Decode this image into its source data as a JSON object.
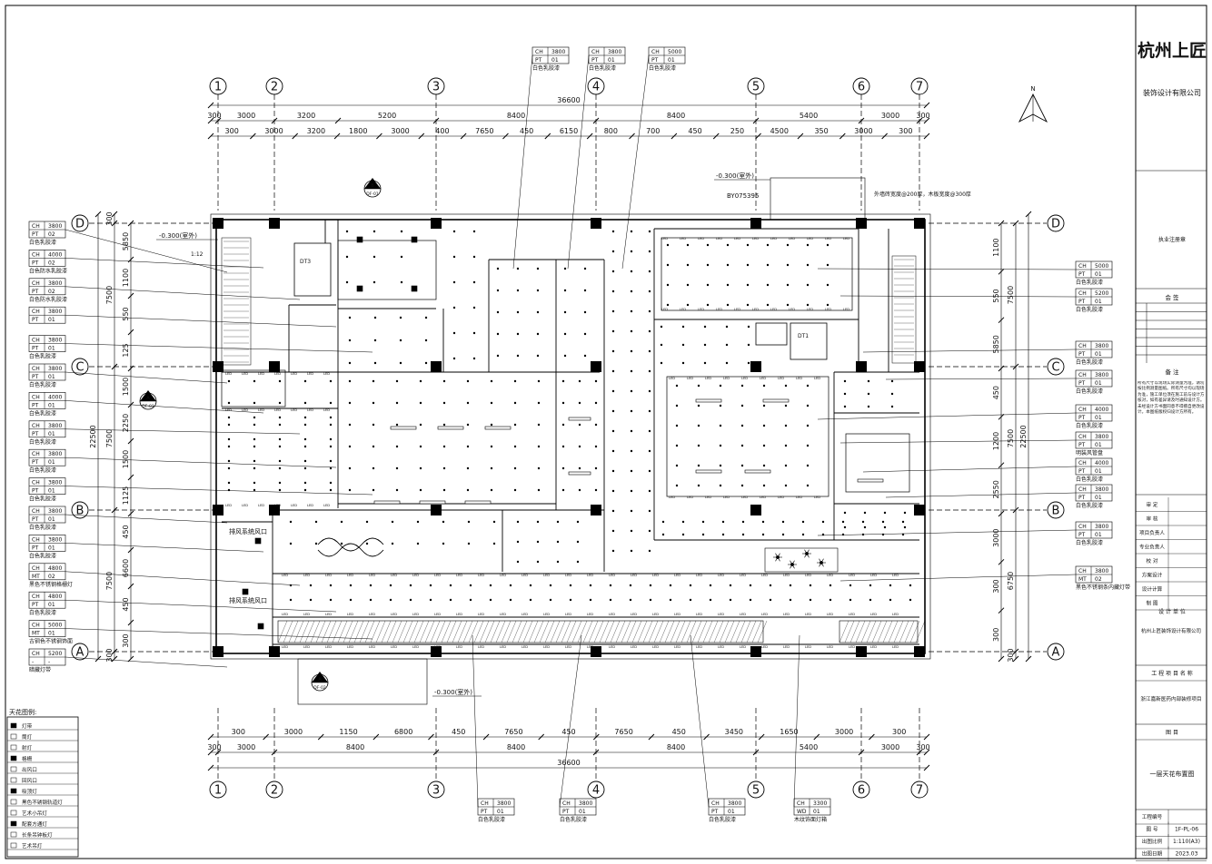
{
  "company": {
    "name": "杭州上匠",
    "subtitle": "装饰设计有限公司"
  },
  "grid": {
    "numbers": [
      "1",
      "2",
      "3",
      "4",
      "5",
      "6",
      "7"
    ],
    "letters": [
      "D",
      "C",
      "B",
      "A"
    ],
    "top_total": "36600",
    "bottom_total": "36600",
    "left_total": "22500",
    "right_total": "22500",
    "top_dims_row1": [
      "300",
      "3000",
      "3200",
      "5200",
      "8400",
      "8400",
      "5400",
      "3000",
      "300"
    ],
    "top_dims_row2": [
      "300",
      "3000",
      "3200",
      "1800",
      "3000",
      "400",
      "7650",
      "450",
      "6150",
      "800",
      "700",
      "450",
      "250",
      "4500",
      "350",
      "3000",
      "300"
    ],
    "bottom_dims_row1": [
      "300",
      "3000",
      "1150",
      "6800",
      "450",
      "7650",
      "450",
      "7650",
      "450",
      "3450",
      "1650",
      "3000",
      "300"
    ],
    "bottom_dims_row2": [
      "300",
      "3000",
      "8400",
      "8400",
      "8400",
      "5400",
      "3000",
      "300"
    ],
    "left_dims_outer": [
      "300",
      "7500",
      "7500",
      "7500",
      "300"
    ],
    "left_dims_inner": [
      "5850",
      "1100",
      "550",
      "125",
      "1500",
      "2250",
      "1500",
      "1125",
      "450",
      "6600",
      "450",
      "300"
    ],
    "right_dims_outer": [
      "7500",
      "7500",
      "6750",
      "300"
    ],
    "right_dims_inner": [
      "1100",
      "550",
      "5850",
      "450",
      "1200",
      "2550",
      "3000",
      "300",
      "300"
    ]
  },
  "tags_left": [
    {
      "ch": "3800",
      "code": "PT",
      "num": "02",
      "note": "白色乳胶漆"
    },
    {
      "ch": "4000",
      "code": "PT",
      "num": "02",
      "note": "白色防水乳胶漆"
    },
    {
      "ch": "3800",
      "code": "PT",
      "num": "02",
      "note": "白色防水乳胶漆"
    },
    {
      "ch": "3800",
      "code": "PT",
      "num": "01",
      "note": ""
    },
    {
      "ch": "3800",
      "code": "PT",
      "num": "01",
      "note": "白色乳胶漆"
    },
    {
      "ch": "3800",
      "code": "PT",
      "num": "01",
      "note": "白色乳胶漆"
    },
    {
      "ch": "4000",
      "code": "PT",
      "num": "01",
      "note": "白色乳胶漆"
    },
    {
      "ch": "3800",
      "code": "PT",
      "num": "01",
      "note": "白色乳胶漆"
    },
    {
      "ch": "3800",
      "code": "PT",
      "num": "01",
      "note": "白色乳胶漆"
    },
    {
      "ch": "3800",
      "code": "PT",
      "num": "01",
      "note": "白色乳胶漆"
    },
    {
      "ch": "3800",
      "code": "PT",
      "num": "01",
      "note": "白色乳胶漆"
    },
    {
      "ch": "3800",
      "code": "PT",
      "num": "01",
      "note": "白色乳胶漆"
    },
    {
      "ch": "4800",
      "code": "MT",
      "num": "02",
      "note": "黑色不锈钢格栅灯"
    },
    {
      "ch": "4800",
      "code": "PT",
      "num": "01",
      "note": "白色乳胶漆"
    },
    {
      "ch": "5000",
      "code": "MT",
      "num": "01",
      "note": "古铜色不锈钢饰面"
    },
    {
      "ch": "5200",
      "code": "-",
      "num": "-",
      "note": "暗藏灯带"
    }
  ],
  "tags_right": [
    {
      "ch": "5000",
      "code": "PT",
      "num": "01",
      "note": "白色乳胶漆"
    },
    {
      "ch": "5200",
      "code": "PT",
      "num": "01",
      "note": "白色乳胶漆"
    },
    {
      "ch": "3800",
      "code": "PT",
      "num": "01",
      "note": "白色乳胶漆"
    },
    {
      "ch": "3800",
      "code": "PT",
      "num": "01",
      "note": "白色乳胶漆"
    },
    {
      "ch": "4000",
      "code": "PT",
      "num": "01",
      "note": "白色乳胶漆"
    },
    {
      "ch": "3800",
      "code": "PT",
      "num": "01",
      "note": "明装风管盘"
    },
    {
      "ch": "4000",
      "code": "PT",
      "num": "01",
      "note": "白色乳胶漆"
    },
    {
      "ch": "3800",
      "code": "PT",
      "num": "01",
      "note": "白色乳胶漆"
    },
    {
      "ch": "3800",
      "code": "PT",
      "num": "01",
      "note": "白色乳胶漆"
    },
    {
      "ch": "3800",
      "code": "MT",
      "num": "02",
      "note": "黑色不锈钢条内藏灯带"
    }
  ],
  "tags_top": [
    {
      "ch": "3800",
      "code": "PT",
      "num": "01",
      "note": "白色乳胶漆"
    },
    {
      "ch": "3800",
      "code": "PT",
      "num": "01",
      "note": "白色乳胶漆"
    },
    {
      "ch": "5000",
      "code": "PT",
      "num": "01",
      "note": "白色乳胶漆"
    }
  ],
  "tags_bottom": [
    {
      "ch": "3800",
      "code": "PT",
      "num": "01",
      "note": "白色乳胶漆"
    },
    {
      "ch": "3800",
      "code": "PT",
      "num": "01",
      "note": "白色乳胶漆"
    },
    {
      "ch": "3800",
      "code": "PT",
      "num": "01",
      "note": "白色乳胶漆"
    },
    {
      "ch": "3300",
      "code": "WD",
      "num": "01",
      "note": "木纹饰面灯箱"
    }
  ],
  "plan_notes": {
    "level_top": "-0.300(室外)",
    "level_left": "-0.300(室外)",
    "level_bottom": "-0.300(室外)",
    "exhaust_1": "排风系统风口",
    "exhaust_2": "排风系统风口",
    "by_label": "BY075395",
    "elevator_1": "DT3",
    "elevator_2": "DT1",
    "slope": "1:12",
    "compass": "N",
    "note_right_top": "外墙砖宽度@200厚，木板宽度@300厚",
    "sections": [
      {
        "top": "B",
        "bottom": "DF-01"
      },
      {
        "top": "A",
        "bottom": "DF-01"
      },
      {
        "top": "A",
        "bottom": "DF-02"
      }
    ]
  },
  "legend": {
    "title": "天花图例:",
    "rows": [
      "灯带",
      "筒灯",
      "射灯",
      "格栅",
      "出风口",
      "回风口",
      "吸顶灯",
      "黑色不锈钢轨道灯",
      "艺术小吊灯",
      "配套方通灯",
      "长条吊钟板灯",
      "艺术吊灯"
    ]
  },
  "title_block": {
    "sign_label": "执业注册章",
    "countersign": "会 签",
    "remarks_title": "备 注",
    "remarks_text": "所有尺寸以现场实际测量为准，请勿按比例测量图纸。所有尺寸均以现场为准，施工单位须在施工前与设计方核对，如有差异请及时通知设计方。未经设计方书面同意不得擅自更改设计。本图纸版权归设计方所有。",
    "roles": [
      "审 定",
      "审 核",
      "项目负责人",
      "专业负责人",
      "校 对",
      "方案设计",
      "设计计算",
      "制 图"
    ],
    "design_unit_label": "设 计 单 位",
    "design_unit": "杭州上匠装饰设计有限公司",
    "project_label": "工 程 项 目 名 称",
    "project": "浙江嘉新医药内部装修项目",
    "drawing_label": "图 目",
    "drawing_name": "一层天花布置图",
    "info": [
      {
        "label": "工程编号",
        "value": ""
      },
      {
        "label": "图 号",
        "value": "1F-PL-06"
      },
      {
        "label": "出图比例",
        "value": "1:110(A3)"
      },
      {
        "label": "出图日期",
        "value": "2023.03"
      }
    ]
  }
}
